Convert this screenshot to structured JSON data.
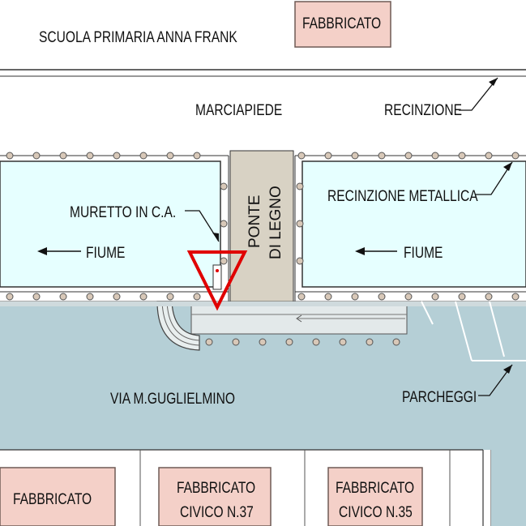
{
  "colors": {
    "river": "#e6ffff",
    "road": "#b5cfd6",
    "bridge": "#d8d2c4",
    "building": "#f4d0c8",
    "building_outline": "#6e5a55",
    "lines": "#333333",
    "fence_post": "#d8c8b8",
    "hazard_marker": "#e00000"
  },
  "labels": {
    "school": "SCUOLA PRIMARIA ANNA FRANK",
    "building_top": "FABBRICATO",
    "sidewalk": "MARCIAPIEDE",
    "fence": "RECINZIONE",
    "bridge_line1": "PONTE",
    "bridge_line2": "DI LEGNO",
    "wall": "MURETTO IN C.A.",
    "metal_fence": "RECINZIONE METALLICA",
    "river_left": "FIUME",
    "river_right": "FIUME",
    "street": "VIA M.GUGLIELMINO",
    "parking": "PARCHEGGI",
    "building_bottom_left": "FABBRICATO",
    "building_37_line1": "FABBRICATO",
    "building_37_line2": "CIVICO N.37",
    "building_35_line1": "FABBRICATO",
    "building_35_line2": "CIVICO N.35"
  },
  "icons": {
    "hazard": "red-triangle-marker",
    "flow_direction": "arrow-left"
  }
}
